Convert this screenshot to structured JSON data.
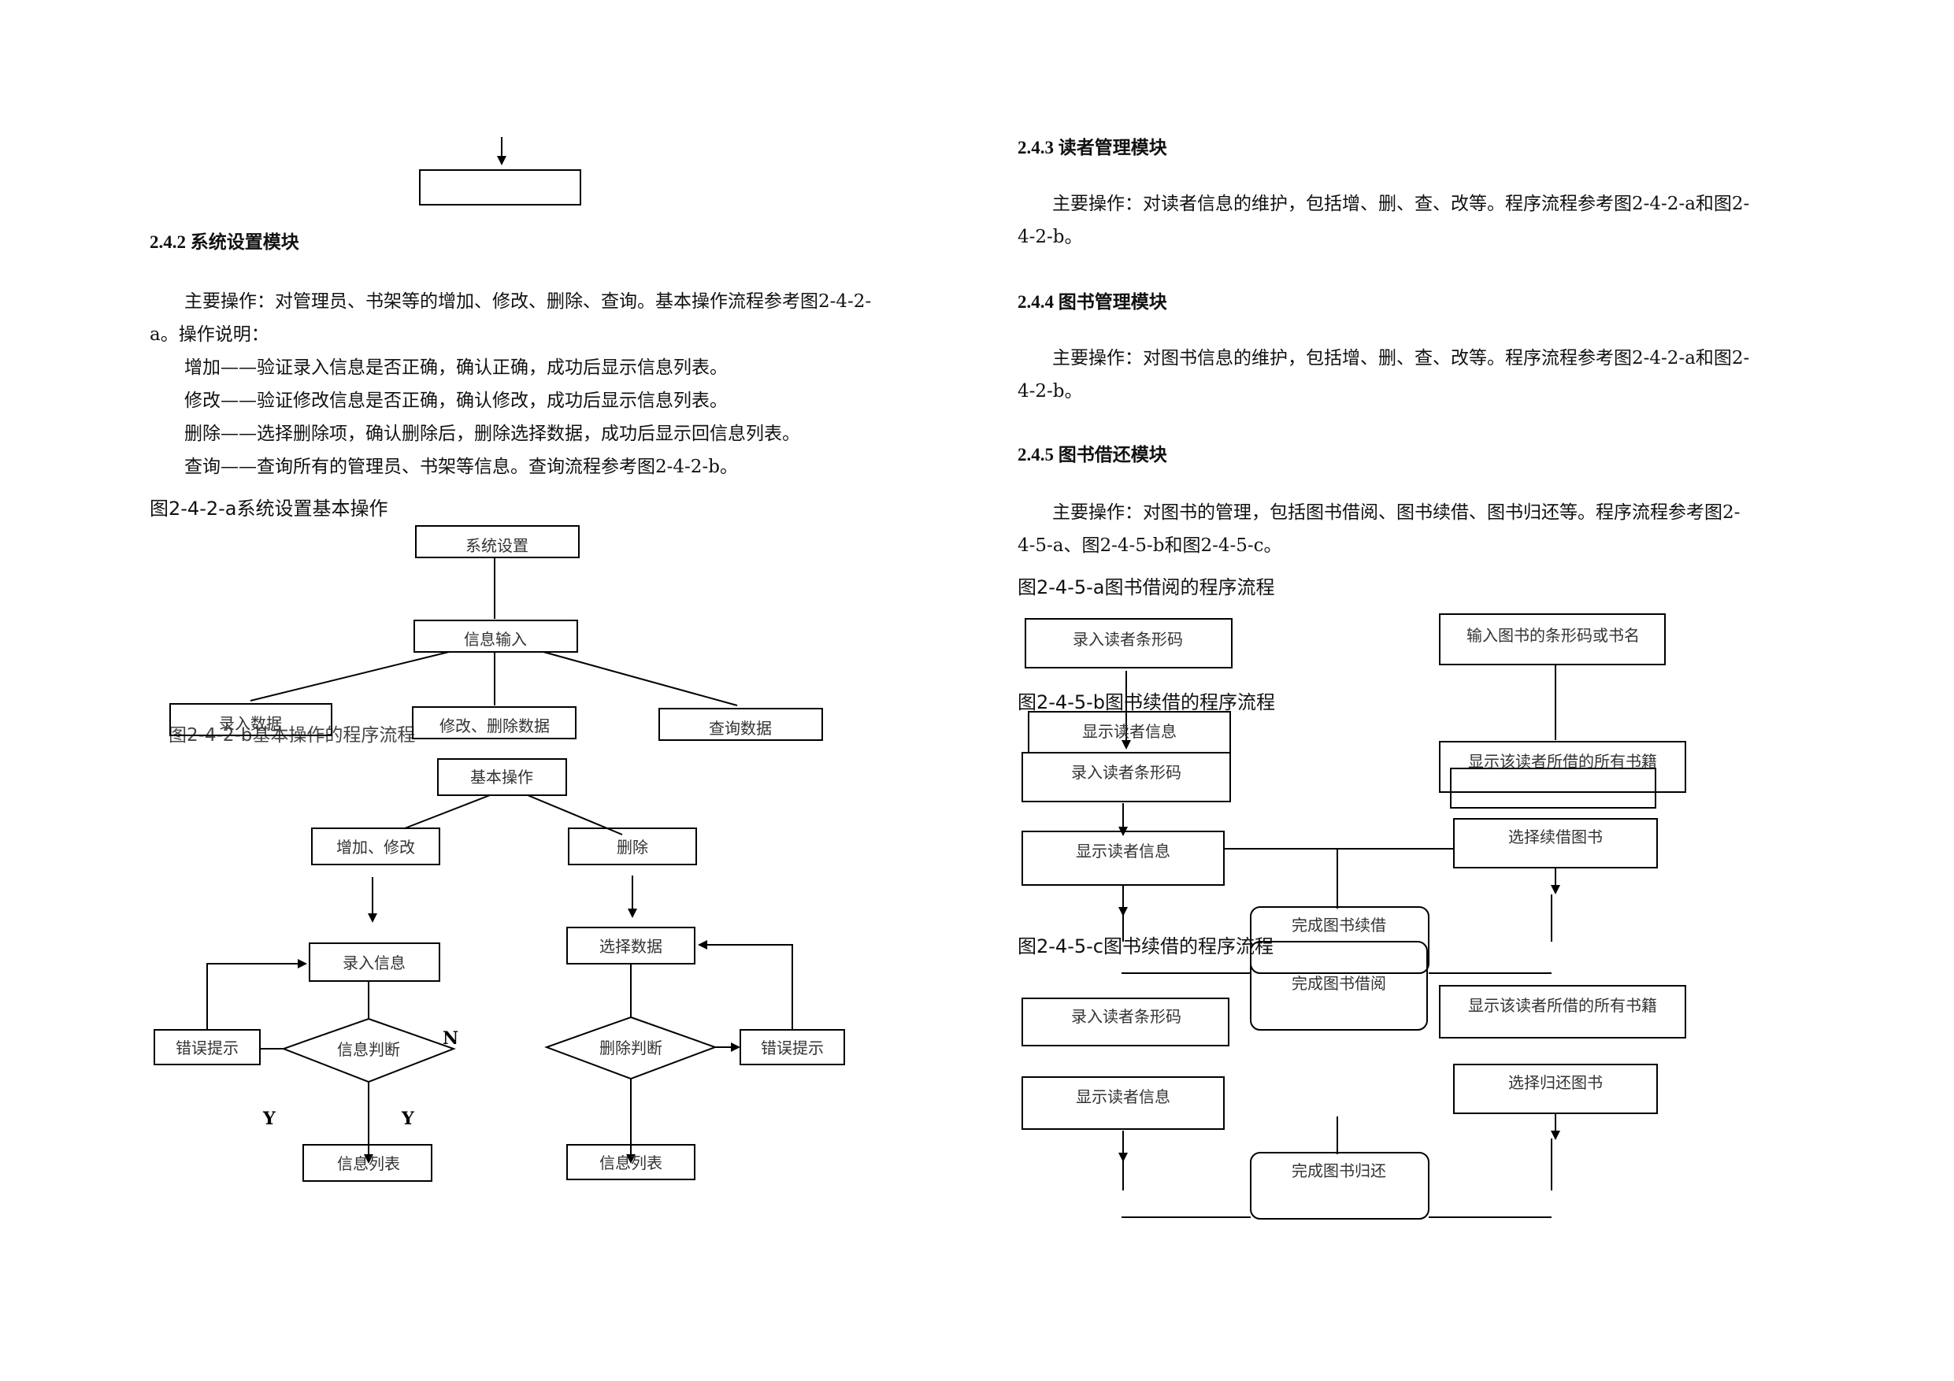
{
  "left": {
    "h242": "2.4.2 系统设置模块",
    "p1a": "主要操作：对管理员、书架等的增加、修改、删除、查询。基本操作流程参考图2-4-2-",
    "p1b": "a。操作说明：",
    "add": "增加——验证录入信息是否正确，确认正确，成功后显示信息列表。",
    "mod": "修改——验证修改信息是否正确，确认修改，成功后显示信息列表。",
    "del": "删除——选择删除项，确认删除后，删除选择数据，成功后显示回信息列表。",
    "qry": "查询——查询所有的管理员、书架等信息。查询流程参考图2-4-2-b。",
    "fig_a_caption": "图2-4-2-a系统设置基本操作",
    "fig_b_caption": "图2-4-2-b基本操作的程序流程",
    "fig_a": {
      "system_settings": "系统设置",
      "info_input": "信息输入",
      "enter_data": "录入数据",
      "modify_delete": "修改、删除数据",
      "query_data": "查询数据"
    },
    "fig_b": {
      "basic_ops": "基本操作",
      "add_modify": "增加、修改",
      "delete": "删除",
      "enter_info": "录入信息",
      "select_data": "选择数据",
      "error_left": "错误提示",
      "info_judge": "信息判断",
      "delete_judge": "删除判断",
      "error_right": "错误提示",
      "n": "N",
      "y1": "Y",
      "y2": "Y",
      "list_left": "信息列表",
      "list_right": "信息列表"
    }
  },
  "right": {
    "h243": "2.4.3 读者管理模块",
    "p243a": "主要操作：对读者信息的维护，包括增、删、查、改等。程序流程参考图2-4-2-a和图2-",
    "p243b": "4-2-b。",
    "h244": "2.4.4 图书管理模块",
    "p244a": "主要操作：对图书信息的维护，包括增、删、查、改等。程序流程参考图2-4-2-a和图2-",
    "p244b": "4-2-b。",
    "h245": "2.4.5 图书借还模块",
    "p245a": "主要操作：对图书的管理，包括图书借阅、图书续借、图书归还等。程序流程参考图2-",
    "p245b": "4-5-a、图2-4-5-b和图2-4-5-c。",
    "fig_a_caption": "图2-4-5-a图书借阅的程序流程",
    "fig_b_caption": "图2-4-5-b图书续借的程序流程",
    "fig_c_caption": "图2-4-5-c图书续借的程序流程",
    "borrow": {
      "enter_barcode": "录入读者条形码",
      "book_barcode": "输入图书的条形码或书名",
      "show_reader": "显示读者信息",
      "complete_borrow": "完成图书借阅"
    },
    "renew": {
      "enter_barcode": "录入读者条形码",
      "show_books": "显示该读者所借的所有书籍",
      "show_reader": "显示读者信息",
      "select_renew": "选择续借图书",
      "complete_renew": "完成图书续借"
    },
    "return": {
      "enter_barcode": "录入读者条形码",
      "show_books": "显示该读者所借的所有书籍",
      "show_reader": "显示读者信息",
      "select_return": "选择归还图书",
      "complete_return": "完成图书归还"
    }
  }
}
